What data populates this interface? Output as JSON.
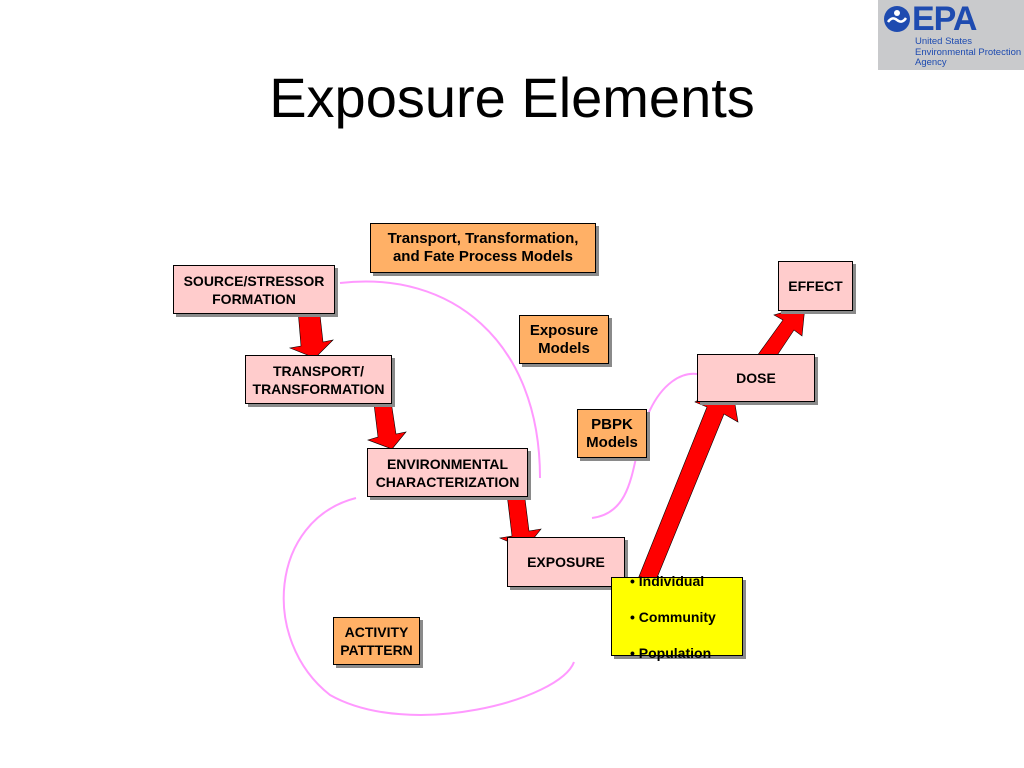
{
  "title": "Exposure Elements",
  "logo": {
    "name": "EPA",
    "agency_lines": [
      "United States",
      "Environmental Protection",
      "Agency"
    ]
  },
  "boxes": {
    "source": "SOURCE/STRESSOR\nFORMATION",
    "transport": "TRANSPORT/\nTRANSFORMATION",
    "environmental": "ENVIRONMENTAL\nCHARACTERIZATION",
    "exposure": "EXPOSURE",
    "dose": "DOSE",
    "effect": "EFFECT",
    "fate_models": "Transport, Transformation,\nand Fate Process Models",
    "exposure_models": "Exposure\nModels",
    "pbpk_models": "PBPK\nModels",
    "activity": "ACTIVITY\nPATTTERN"
  },
  "population_levels": [
    "Individual",
    "Community",
    "Population"
  ],
  "colors": {
    "process_box": "#ffcccc",
    "model_box": "#ffb066",
    "population_box": "#ffff00",
    "arrow": "#ff0000",
    "curve": "#ff99ff",
    "logo": "#1e4bb0"
  }
}
